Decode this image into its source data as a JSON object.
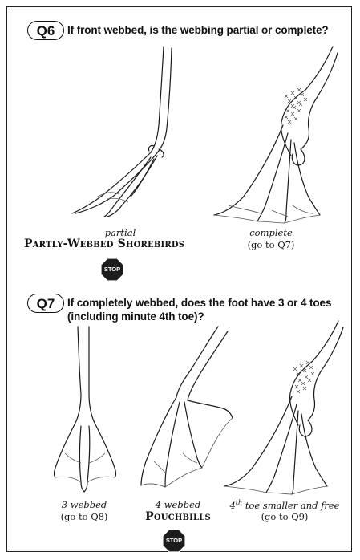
{
  "q6": {
    "number": "Q6",
    "question": "If front webbed, is the webbing partial or complete?",
    "left": {
      "caption": "partial",
      "group": "Partly-Webbed Shorebirds",
      "stop_label": "STOP"
    },
    "right": {
      "caption": "complete",
      "note": "(go to Q7)"
    }
  },
  "q7": {
    "number": "Q7",
    "question_line1": "If completely webbed, does the foot have 3 or 4 toes",
    "question_line2": "(including minute 4th toe)?",
    "left": {
      "caption": "3 webbed",
      "note": "(go to Q8)"
    },
    "middle": {
      "caption": "4 webbed",
      "group": "Pouchbills",
      "stop_label": "STOP"
    },
    "right": {
      "caption_prefix": "4",
      "caption_sup": "th",
      "caption_rest": " toe smaller and free",
      "note": "(go to Q9)"
    }
  },
  "colors": {
    "stop_sign": "#1c1c1c",
    "ink": "#111111"
  },
  "icons": {
    "stop": "stop-sign-icon"
  }
}
